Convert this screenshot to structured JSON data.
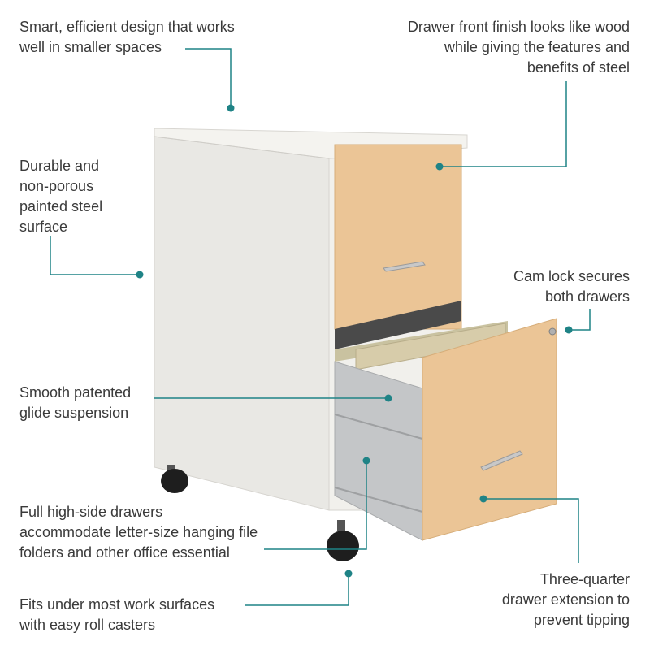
{
  "callouts": {
    "compact": {
      "lines": [
        "Smart, efficient design that works",
        "well in smaller spaces"
      ]
    },
    "steel": {
      "lines": [
        "Durable and",
        "non-porous",
        "painted steel",
        "surface"
      ]
    },
    "glide": {
      "lines": [
        "Smooth patented",
        "glide suspension"
      ]
    },
    "drawers": {
      "lines": [
        "Full high-side drawers",
        "accommodate letter-size hanging file",
        "folders and other office essential"
      ]
    },
    "casters": {
      "lines": [
        "Fits under most work surfaces",
        "with easy roll casters"
      ]
    },
    "finish": {
      "lines": [
        "Drawer front finish looks like wood",
        "while giving the features and",
        "benefits of steel"
      ]
    },
    "lock": {
      "lines": [
        "Cam lock secures",
        "both drawers"
      ]
    },
    "extension": {
      "lines": [
        "Three-quarter",
        "drawer extension to",
        "prevent tipping"
      ]
    }
  },
  "colors": {
    "leader": "#1f8386",
    "text": "#3a3a3a",
    "cabinet": "#eceae5",
    "wood": "#e8c294"
  }
}
